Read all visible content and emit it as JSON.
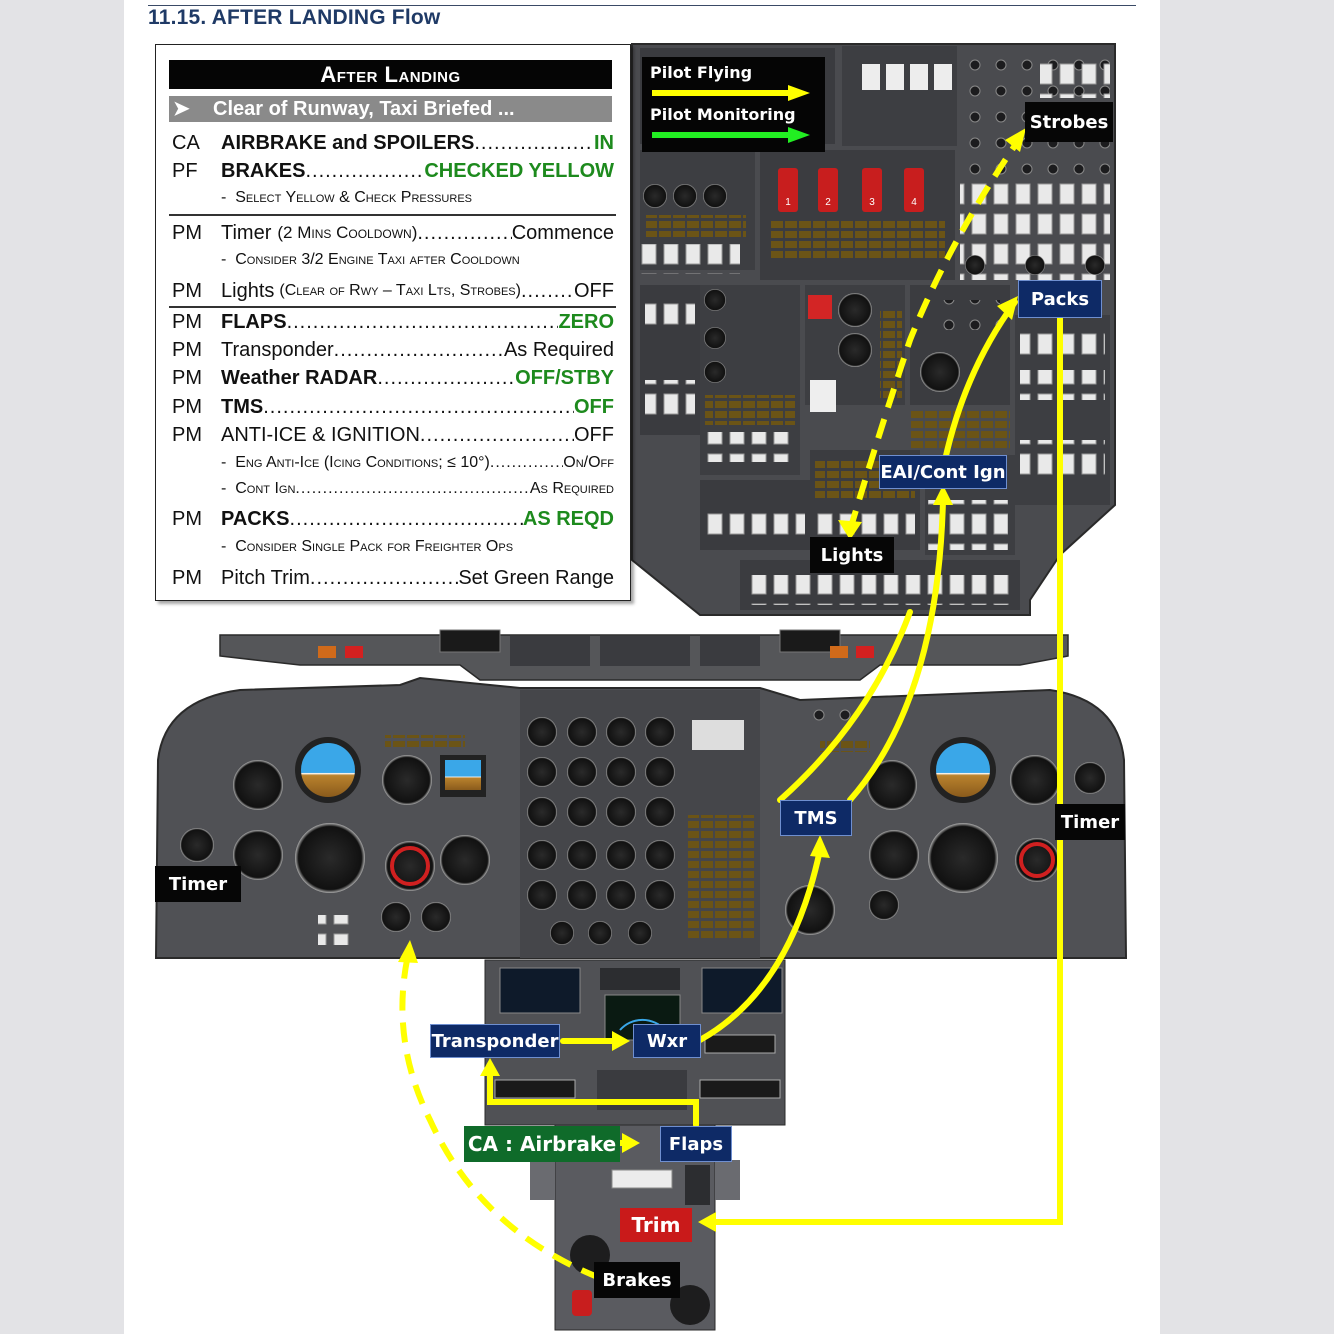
{
  "header": {
    "title": "11.15.  AFTER LANDING Flow"
  },
  "checklist": {
    "title": "After Landing",
    "subtitle": "Clear of Runway, Taxi Briefed ...",
    "rows": [
      {
        "who": "CA",
        "item": "AIRBRAKE and SPOILERS",
        "value": "IN"
      },
      {
        "who": "PF",
        "item": "BRAKES",
        "value": "CHECKED YELLOW"
      },
      {
        "note": "Select Yellow & Check Pressures"
      },
      {
        "who": "PM",
        "item": "Timer",
        "item_note": "(2 Mins Cooldown)",
        "value": "Commence"
      },
      {
        "note": "Consider 3/2 Engine Taxi after Cooldown"
      },
      {
        "who": "PM",
        "item": "Lights",
        "item_note": "(Clear of Rwy – Taxi Lts, Strobes)",
        "value": "OFF"
      },
      {
        "who": "PM",
        "item": "FLAPS",
        "value": "ZERO"
      },
      {
        "who": "PM",
        "item": "Transponder",
        "value": "As Required"
      },
      {
        "who": "PM",
        "item": "Weather RADAR",
        "value": "OFF/STBY"
      },
      {
        "who": "PM",
        "item": "TMS",
        "value": "OFF"
      },
      {
        "who": "PM",
        "item": "ANTI-ICE & IGNITION",
        "value": "OFF"
      },
      {
        "note": "Eng Anti-Ice (Icing Conditions; ≤ 10°)",
        "value": "On/Off"
      },
      {
        "note": "Cont Ign",
        "value": "As Required"
      },
      {
        "who": "PM",
        "item": "PACKS",
        "value": "AS REQD"
      },
      {
        "note": "Consider Single Pack for Freighter Ops"
      },
      {
        "who": "PM",
        "item": "Pitch Trim",
        "value": "Set Green Range"
      }
    ]
  },
  "legend": {
    "pilot_flying": "Pilot Flying",
    "pilot_monitoring": "Pilot Monitoring",
    "pilot_flying_color": "#ffff00",
    "pilot_monitoring_color": "#22ee22"
  },
  "flow_labels": {
    "strobes": "Strobes",
    "packs": "Packs",
    "eai_cont_ign": "EAI/Cont Ign",
    "lights": "Lights",
    "tms": "TMS",
    "timer_left": "Timer",
    "timer_right": "Timer",
    "transponder": "Transponder",
    "wxr": "Wxr",
    "ca_airbrake": "CA : Airbrake",
    "flaps": "Flaps",
    "trim": "Trim",
    "brakes": "Brakes"
  },
  "colors": {
    "panel": "#4a4b4f",
    "panel_dark": "#2c2d30",
    "flow_arrow": "#ffff00",
    "label_navy": "#0e2a66",
    "label_black": "#060606",
    "label_green": "#0f6b2a",
    "label_red": "#c91a1a",
    "header_text": "#1f3a66"
  }
}
